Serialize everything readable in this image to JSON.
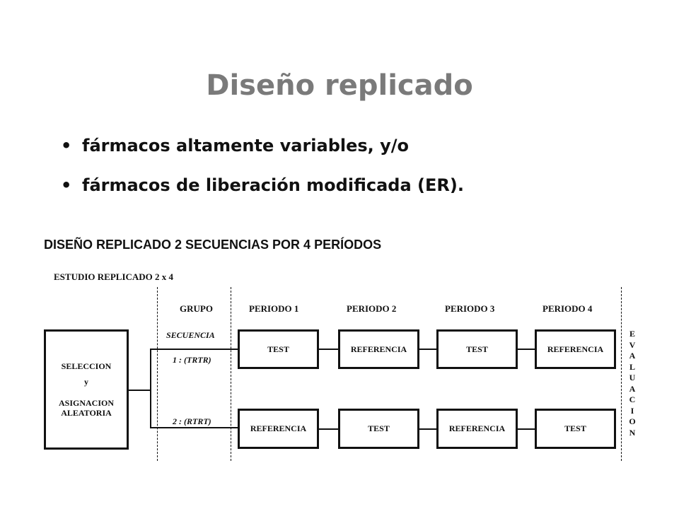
{
  "slide": {
    "title": "Diseño replicado",
    "bullets": [
      "fármacos altamente variables, y/o",
      "fármacos de liberación modificada (ER)."
    ]
  },
  "diagram": {
    "heading": "DISEÑO REPLICADO 2 SECUENCIAS POR 4 PERÍODOS",
    "study_label": "ESTUDIO REPLICADO 2 x 4",
    "headers": {
      "grupo": "GRUPO",
      "periodo1": "PERIODO 1",
      "periodo2": "PERIODO 2",
      "periodo3": "PERIODO 3",
      "periodo4": "PERIODO 4"
    },
    "secuencia_label": "SECUENCIA",
    "selection": {
      "line1": "SELECCION",
      "line2": "y",
      "line3": "ASIGNACION",
      "line4": "ALEATORIA"
    },
    "seq1": {
      "label": "1 : (TRTR)",
      "p1": "TEST",
      "p2": "REFERENCIA",
      "p3": "TEST",
      "p4": "REFERENCIA"
    },
    "seq2": {
      "label": "2 : (RTRT)",
      "p1": "REFERENCIA",
      "p2": "TEST",
      "p3": "REFERENCIA",
      "p4": "TEST"
    },
    "evaluacion": [
      "E",
      "V",
      "A",
      "L",
      "U",
      "A",
      "C",
      "I",
      "O",
      "N"
    ]
  }
}
